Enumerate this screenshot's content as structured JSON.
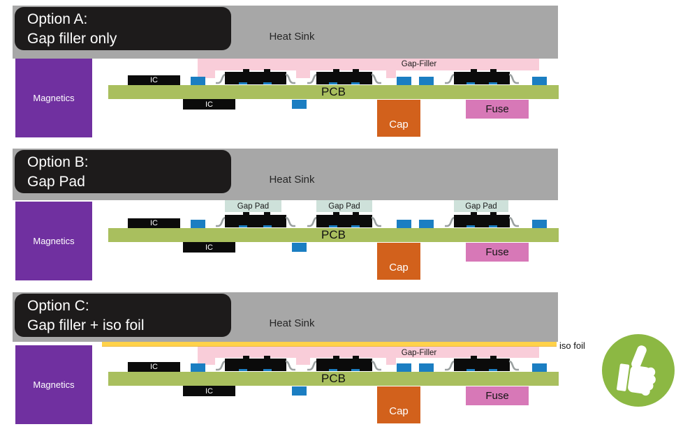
{
  "options": [
    {
      "label_line1": "Option A:",
      "label_line2": "Gap filler only",
      "heat_sink": "Heat Sink",
      "magnetics": "Magnetics",
      "ic_top": "IC",
      "ic_bottom": "IC",
      "pcb": "PCB",
      "cap": "Cap",
      "fuse": "Fuse",
      "tim": {
        "type": "gap-filler",
        "label": "Gap-Filler"
      }
    },
    {
      "label_line1": "Option B:",
      "label_line2": "Gap Pad",
      "heat_sink": "Heat Sink",
      "magnetics": "Magnetics",
      "ic_top": "IC",
      "ic_bottom": "IC",
      "pcb": "PCB",
      "cap": "Cap",
      "fuse": "Fuse",
      "tim": {
        "type": "gap-pad",
        "pads": [
          "Gap Pad",
          "Gap Pad",
          "Gap Pad"
        ]
      }
    },
    {
      "label_line1": "Option C:",
      "label_line2": "Gap filler + iso foil",
      "heat_sink": "Heat Sink",
      "magnetics": "Magnetics",
      "ic_top": "IC",
      "ic_bottom": "IC",
      "pcb": "PCB",
      "cap": "Cap",
      "fuse": "Fuse",
      "tim": {
        "type": "gap-filler-plus-iso-foil",
        "label": "Gap-Filler",
        "iso_foil": "iso foil"
      }
    }
  ],
  "verdict": {
    "icon": "thumbs-up",
    "applies_to": "Option C"
  },
  "colors": {
    "heat_sink": "#a7a7a7",
    "magnetics": "#7030a0",
    "pcb": "#a9bf5e",
    "gap_filler": "#f9cdd9",
    "gap_pad": "#cee1da",
    "iso_foil": "#ffd24a",
    "cap": "#d2611c",
    "fuse": "#d778b7",
    "solder_pad_blue": "#1b7ec2",
    "thumbs_up_green": "#8cb843",
    "title_box": "#1d1b1b"
  }
}
